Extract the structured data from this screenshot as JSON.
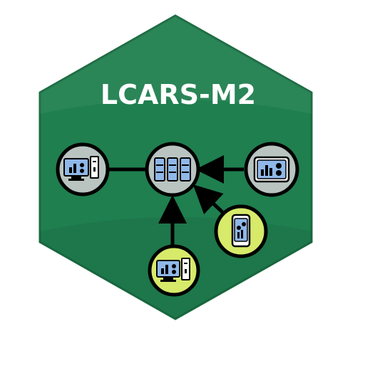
{
  "logo": {
    "title": "LCARS-M2",
    "colors": {
      "hex_fill": "#1f7f4f",
      "hex_border": "#1a6a40",
      "title": "#ffffff",
      "node_gray": "#b9c4c1",
      "node_lime": "#d7ea6a",
      "stroke": "#000000",
      "screen_blue": "#8fb7e8"
    }
  },
  "diagram": {
    "nodes": [
      {
        "id": "server",
        "icon": "server-icon",
        "color": "gray"
      },
      {
        "id": "desktop-left",
        "icon": "desktop-computer-icon",
        "color": "gray"
      },
      {
        "id": "tablet-right",
        "icon": "tablet-dashboard-icon",
        "color": "gray"
      },
      {
        "id": "phone",
        "icon": "mobile-phone-icon",
        "color": "lime"
      },
      {
        "id": "desktop-bottom",
        "icon": "desktop-computer-icon",
        "color": "lime"
      }
    ],
    "edges": [
      {
        "from": "desktop-left",
        "to": "server",
        "arrow": false
      },
      {
        "from": "tablet-right",
        "to": "server",
        "arrow": true
      },
      {
        "from": "phone",
        "to": "server",
        "arrow": true
      },
      {
        "from": "desktop-bottom",
        "to": "server",
        "arrow": true
      }
    ]
  }
}
